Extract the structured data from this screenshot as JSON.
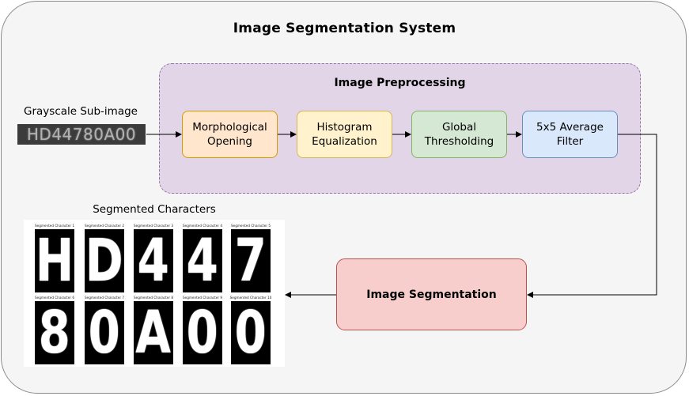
{
  "diagram": {
    "title": "Image Segmentation System",
    "preprocessing": {
      "title": "Image Preprocessing",
      "steps": [
        "Morphological\nOpening",
        "Histogram\nEqualization",
        "Global\nThresholding",
        "5x5 Average\nFilter"
      ]
    },
    "segmentation_label": "Image Segmentation",
    "input": {
      "label": "Grayscale Sub-image",
      "plate_text": "HD44780A00"
    },
    "output": {
      "label": "Segmented Characters",
      "characters": [
        {
          "title": "Segmented Character 1",
          "char": "H"
        },
        {
          "title": "Segmented Character 2",
          "char": "D"
        },
        {
          "title": "Segmented Character 3",
          "char": "4"
        },
        {
          "title": "Segmented Character 4",
          "char": "4"
        },
        {
          "title": "Segmented Character 5",
          "char": "7"
        },
        {
          "title": "Segmented Character 6",
          "char": "8"
        },
        {
          "title": "Segmented Character 7",
          "char": "0"
        },
        {
          "title": "Segmented Character 8",
          "char": "A"
        },
        {
          "title": "Segmented Character 9",
          "char": "0"
        },
        {
          "title": "Segmented Character 10",
          "char": "0"
        }
      ]
    }
  }
}
